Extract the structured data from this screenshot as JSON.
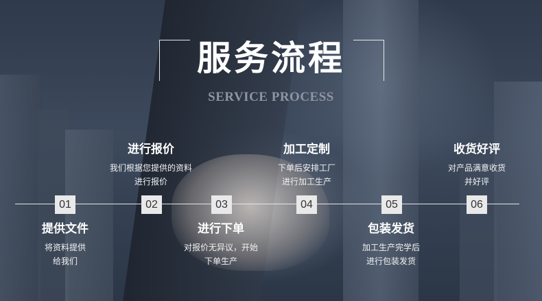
{
  "title": "服务流程",
  "subtitle": "SERVICE PROCESS",
  "steps": [
    {
      "num": "01",
      "title": "提供文件",
      "desc1": "将资料提供",
      "desc2": "给我们"
    },
    {
      "num": "02",
      "title": "进行报价",
      "desc1": "我们根据您提供的资料",
      "desc2": "进行报价"
    },
    {
      "num": "03",
      "title": "进行下单",
      "desc1": "对报价无异议，开始",
      "desc2": "下单生产"
    },
    {
      "num": "04",
      "title": "加工定制",
      "desc1": "下单后安排工厂",
      "desc2": "进行加工生产"
    },
    {
      "num": "05",
      "title": "包装发货",
      "desc1": "加工生产完学后",
      "desc2": "进行包装发货"
    },
    {
      "num": "06",
      "title": "收货好评",
      "desc1": "对产品满意收货",
      "desc2": "并好评"
    }
  ]
}
